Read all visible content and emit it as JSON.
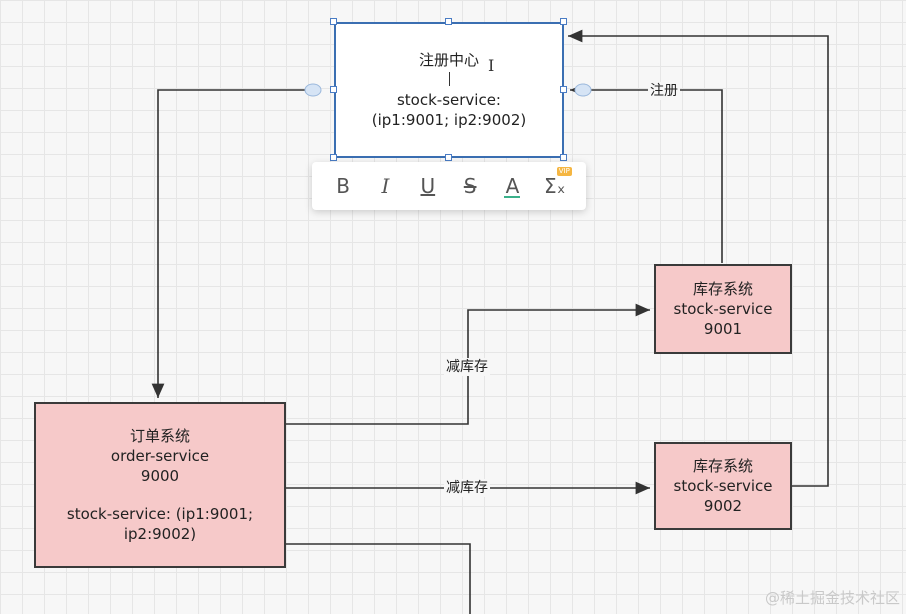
{
  "nodes": {
    "registry": {
      "title": "注册中心",
      "line1": "stock-service:",
      "line2": "(ip1:9001; ip2:9002)"
    },
    "order": {
      "line1": "订单系统",
      "line2": "order-service",
      "line3": "9000",
      "line4": "stock-service: (ip1:9001;",
      "line5": "ip2:9002)"
    },
    "stock1": {
      "line1": "库存系统",
      "line2": "stock-service",
      "line3": "9001"
    },
    "stock2": {
      "line1": "库存系统",
      "line2": "stock-service",
      "line3": "9002"
    }
  },
  "edges": {
    "register_label": "注册",
    "reduce_stock_top": "减库存",
    "reduce_stock_bottom": "减库存"
  },
  "toolbar": {
    "bold": "B",
    "italic": "I",
    "underline": "U",
    "strike": "S",
    "font_color": "A",
    "formula": "Σₓ",
    "vip_badge": "VIP"
  },
  "text_cursor": "I",
  "watermark": "@稀土掘金技术社区",
  "colors": {
    "node_fill": "#f6c9c9",
    "selection": "#3b6fb2",
    "edge": "#333333"
  }
}
